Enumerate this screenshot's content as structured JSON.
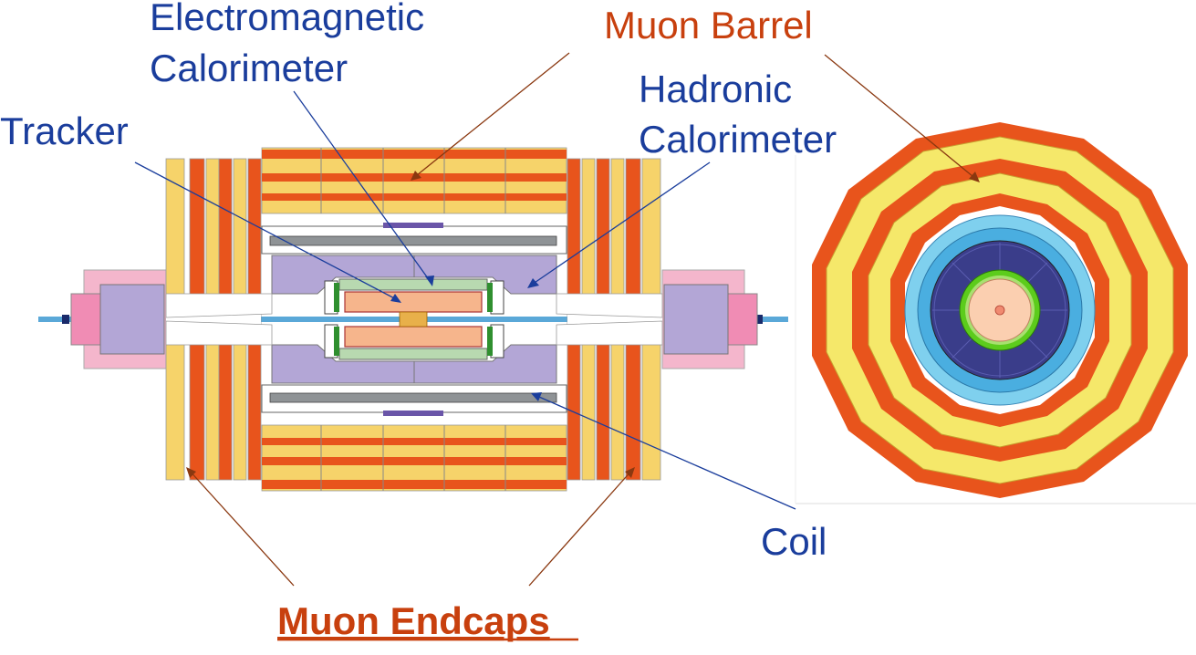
{
  "labels": {
    "ecal_line1": "Electromagnetic",
    "ecal_line2": "Calorimeter",
    "muon_barrel": "Muon Barrel",
    "hcal_line1": "Hadronic",
    "hcal_line2": "Calorimeter",
    "tracker": "Tracker",
    "coil": "Coil",
    "muon_endcaps": "Muon Endcaps"
  },
  "colors": {
    "label_blue": "#1a3d9c",
    "label_red": "#c8400e",
    "muon_orange": "#e8541c",
    "muon_yellow": "#f6d36a",
    "yoke_yellow": "#f5e86a",
    "hcal_lilac": "#b3a6d6",
    "ecal_green": "#b8d9b0",
    "tracker_salmon": "#f6b58c",
    "coil_grey": "#8f9396",
    "endcap_pink": "#f08cb4",
    "solenoid_blue": "#6fc3e8",
    "hcal_navy": "#3a3d8a",
    "ecal_bright_green": "#5ccc1c",
    "tracker_core": "#fbcfb0"
  }
}
